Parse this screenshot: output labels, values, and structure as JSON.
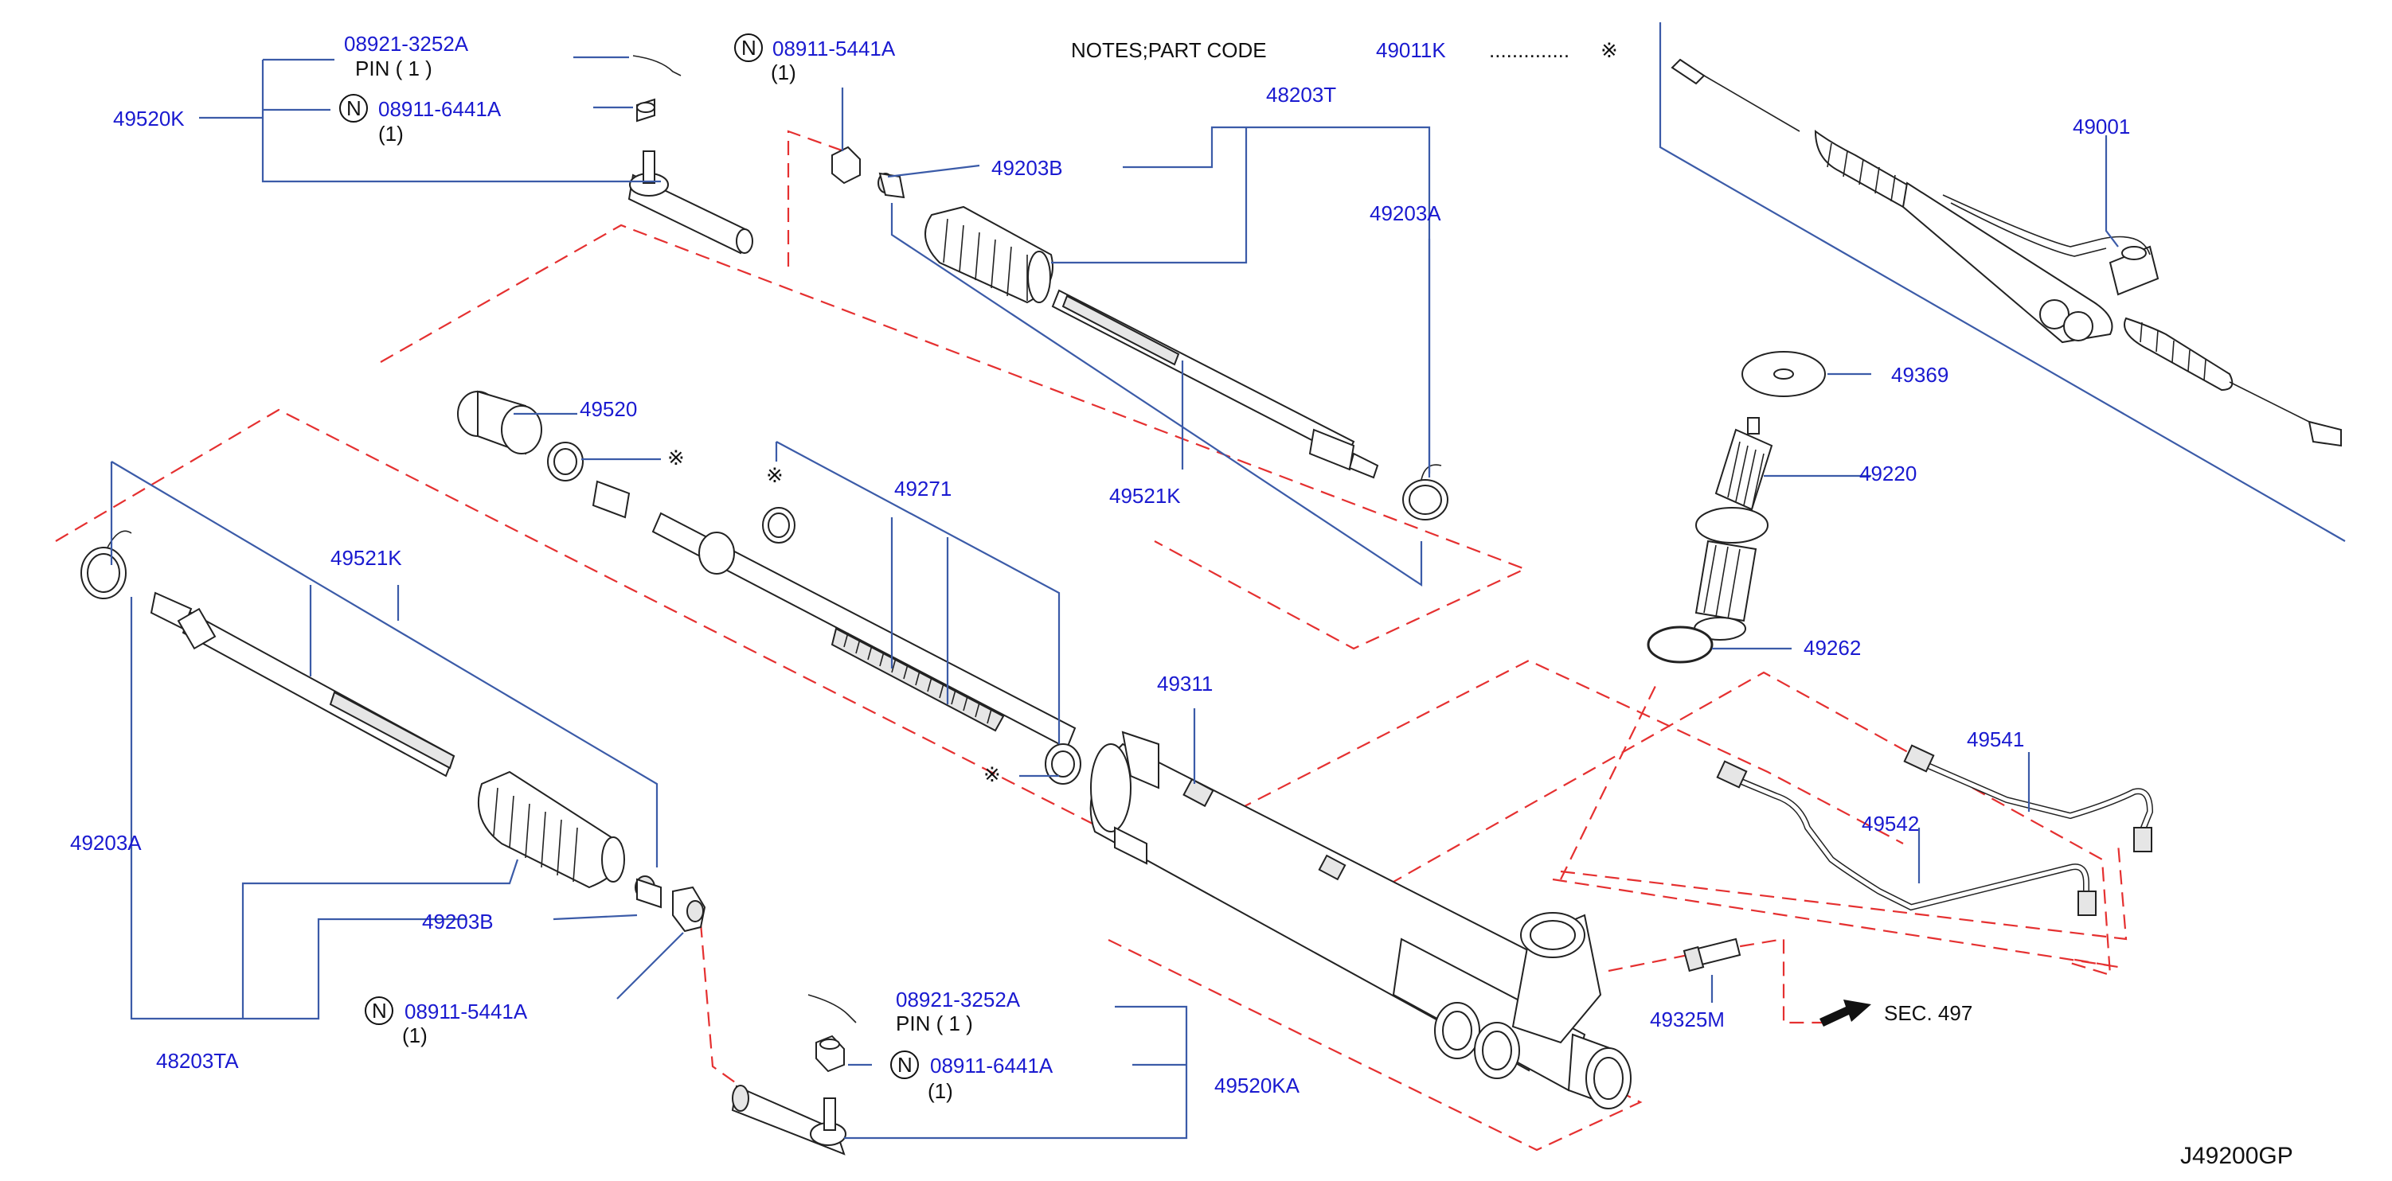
{
  "diagram_id": "J49200GP",
  "notes": {
    "label": "NOTES;PART   CODE",
    "code": "49011K",
    "dots": "..............",
    "mark": "※"
  },
  "asterisk": "※",
  "labels": {
    "l08921_top": "08921-3252A",
    "pin_top": "PIN   ( 1 )",
    "l49520K": "49520K",
    "l08911_6441_top": "08911-6441A",
    "qty_6441_top": "(1)",
    "l08911_5441_top": "08911-5441A",
    "qty_5441_top": "(1)",
    "l49203B_top": "49203B",
    "l48203T": "48203T",
    "l49203A_right": "49203A",
    "l49001": "49001",
    "l49520": "49520",
    "l49271": "49271",
    "l49521K_mid": "49521K",
    "l49521K_left": "49521K",
    "l49369": "49369",
    "l49220": "49220",
    "l49262": "49262",
    "l49311": "49311",
    "l49541": "49541",
    "l49542": "49542",
    "l49203A_left": "49203A",
    "l49203B_bottom": "49203B",
    "l08911_5441_bottom": "08911-5441A",
    "qty_5441_bottom": "(1)",
    "l48203TA": "48203TA",
    "l08921_bottom": "08921-3252A",
    "pin_bottom": "PIN   ( 1 )",
    "l08911_6441_bottom": "08911-6441A",
    "qty_6441_bottom": "(1)",
    "l49520KA": "49520KA",
    "l49325M": "49325M",
    "sec": "SEC.   497"
  },
  "n_mark": "N"
}
